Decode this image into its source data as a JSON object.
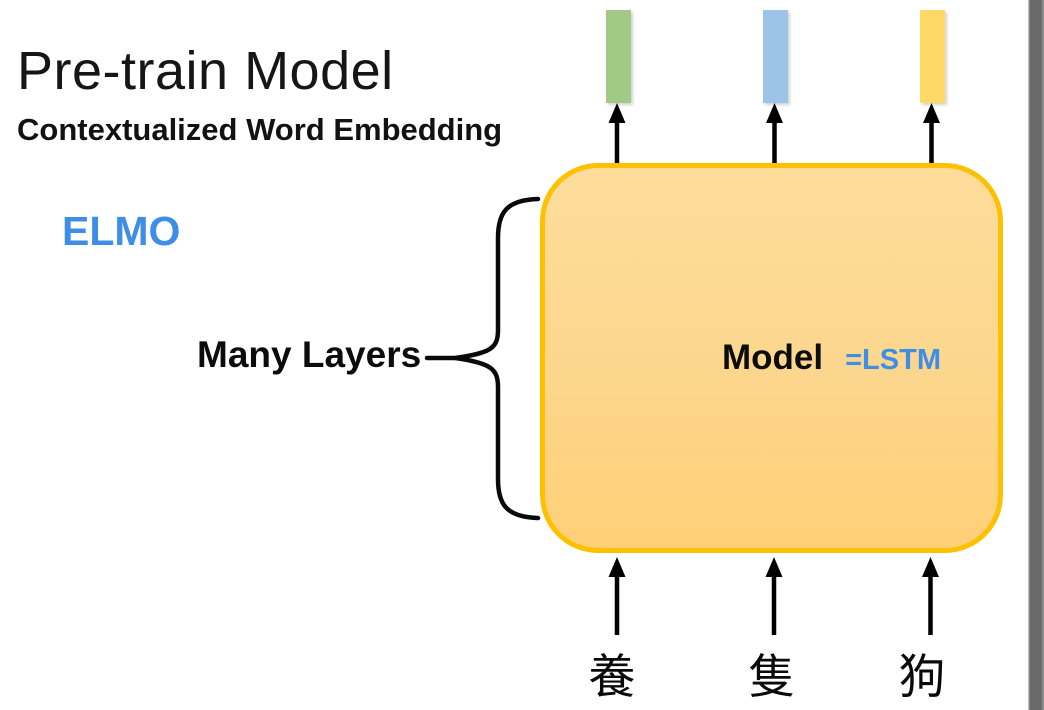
{
  "slide": {
    "title": "Pre-train Model",
    "subtitle": "Contextualized Word Embedding",
    "model_name": "ELMO",
    "brace_label": "Many Layers",
    "box_label": "Model",
    "box_label_suffix": "=LSTM",
    "inputs": [
      "養",
      "隻",
      "狗"
    ],
    "icons": {
      "brace": "left-curly-brace",
      "arrows": "arrow-up",
      "embedding_bars": [
        "green-embedding-bar",
        "blue-embedding-bar",
        "yellow-embedding-bar"
      ]
    },
    "colors": {
      "accent_blue": "#3E8EE8",
      "box_border": "#FFC000",
      "box_fill_top": "#FDDC9C",
      "box_fill_bottom": "#FFD077",
      "bar_green": "#A2C985",
      "bar_blue": "#9DC3E6",
      "bar_yellow": "#FFD966",
      "side_strip_gray": "#6A6A6A"
    }
  }
}
